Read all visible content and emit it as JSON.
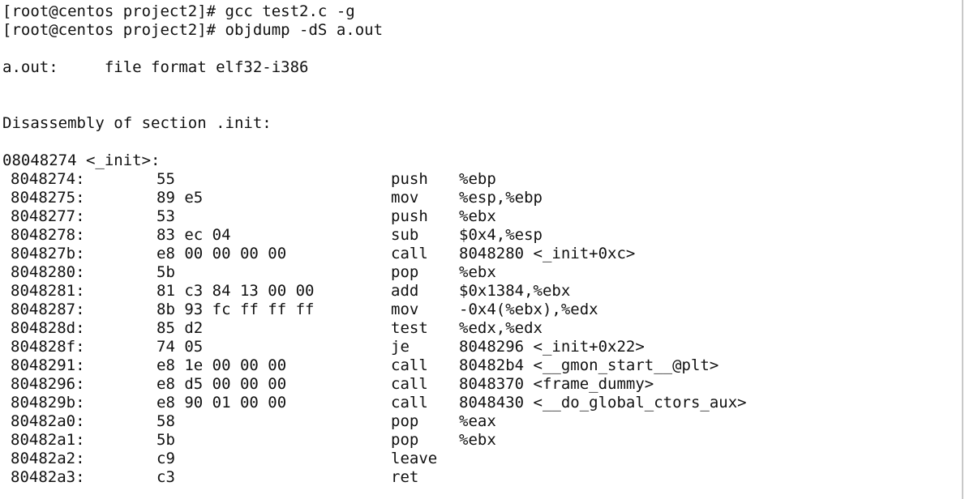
{
  "terminal": {
    "prompt1": "[root@centos project2]# ",
    "command1": "gcc test2.c -g",
    "prompt2": "[root@centos project2]# ",
    "command2": "objdump -dS a.out",
    "file_format_line": "a.out:     file format elf32-i386",
    "section_header": "Disassembly of section .init:",
    "symbol_header": "08048274 <_init>:",
    "instructions": [
      {
        "addr": "8048274:",
        "bytes": "55",
        "mnemonic": "push",
        "operands": "%ebp"
      },
      {
        "addr": "8048275:",
        "bytes": "89 e5",
        "mnemonic": "mov",
        "operands": "%esp,%ebp"
      },
      {
        "addr": "8048277:",
        "bytes": "53",
        "mnemonic": "push",
        "operands": "%ebx"
      },
      {
        "addr": "8048278:",
        "bytes": "83 ec 04",
        "mnemonic": "sub",
        "operands": "$0x4,%esp"
      },
      {
        "addr": "804827b:",
        "bytes": "e8 00 00 00 00",
        "mnemonic": "call",
        "operands": "8048280 <_init+0xc>"
      },
      {
        "addr": "8048280:",
        "bytes": "5b",
        "mnemonic": "pop",
        "operands": "%ebx"
      },
      {
        "addr": "8048281:",
        "bytes": "81 c3 84 13 00 00",
        "mnemonic": "add",
        "operands": "$0x1384,%ebx"
      },
      {
        "addr": "8048287:",
        "bytes": "8b 93 fc ff ff ff",
        "mnemonic": "mov",
        "operands": "-0x4(%ebx),%edx"
      },
      {
        "addr": "804828d:",
        "bytes": "85 d2",
        "mnemonic": "test",
        "operands": "%edx,%edx"
      },
      {
        "addr": "804828f:",
        "bytes": "74 05",
        "mnemonic": "je",
        "operands": "8048296 <_init+0x22>"
      },
      {
        "addr": "8048291:",
        "bytes": "e8 1e 00 00 00",
        "mnemonic": "call",
        "operands": "80482b4 <__gmon_start__@plt>"
      },
      {
        "addr": "8048296:",
        "bytes": "e8 d5 00 00 00",
        "mnemonic": "call",
        "operands": "8048370 <frame_dummy>"
      },
      {
        "addr": "804829b:",
        "bytes": "e8 90 01 00 00",
        "mnemonic": "call",
        "operands": "8048430 <__do_global_ctors_aux>"
      },
      {
        "addr": "80482a0:",
        "bytes": "58",
        "mnemonic": "pop",
        "operands": "%eax"
      },
      {
        "addr": "80482a1:",
        "bytes": "5b",
        "mnemonic": "pop",
        "operands": "%ebx"
      },
      {
        "addr": "80482a2:",
        "bytes": "c9",
        "mnemonic": "leave",
        "operands": ""
      },
      {
        "addr": "80482a3:",
        "bytes": "c3",
        "mnemonic": "ret",
        "operands": ""
      }
    ]
  }
}
